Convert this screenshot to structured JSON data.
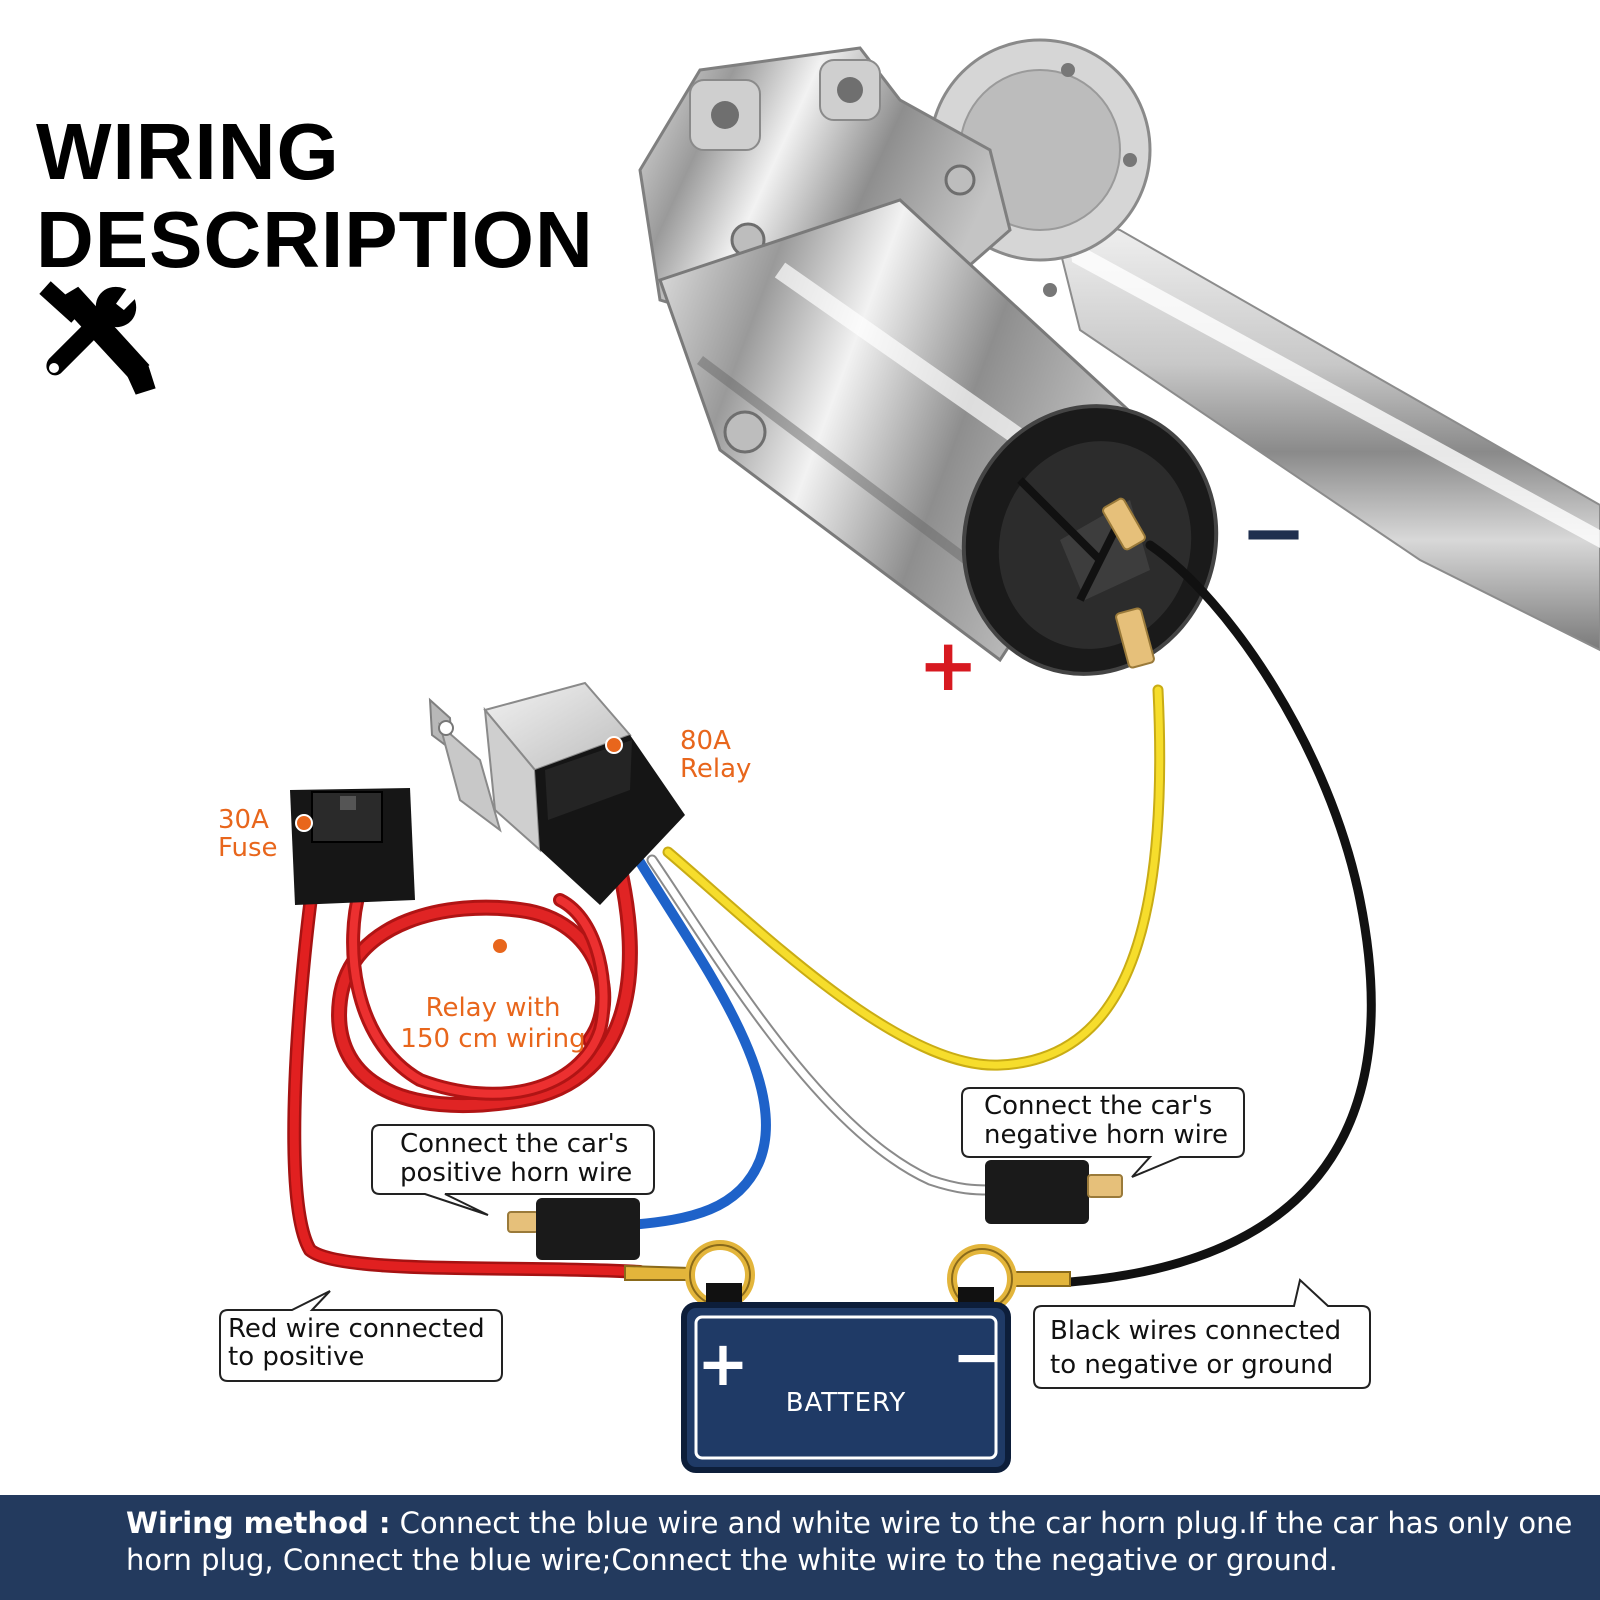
{
  "title": {
    "line1": "WIRING",
    "line2": "DESCRIPTION"
  },
  "icons": {
    "title_icon": "wrench-screwdriver-icon"
  },
  "components": {
    "fuse": {
      "line1": "30A",
      "line2": "Fuse"
    },
    "relay": {
      "line1": "80A",
      "line2": "Relay"
    },
    "relay_wiring": {
      "line1": "Relay with",
      "line2": "150 cm wiring"
    }
  },
  "callouts": {
    "positive_horn": {
      "line1": "Connect the car's",
      "line2": "positive horn wire"
    },
    "negative_horn": {
      "line1": "Connect the car's",
      "line2": "negative horn wire"
    },
    "red_wire": {
      "line1": "Red wire connected",
      "line2": "to positive"
    },
    "black_wire": {
      "line1": "Black wires connected",
      "line2": "to negative or ground"
    }
  },
  "battery": {
    "label": "BATTERY",
    "positive_symbol": "+",
    "negative_symbol": "−"
  },
  "horn_terminals": {
    "positive_symbol": "+",
    "negative_symbol": "−"
  },
  "footer": {
    "heading": "Wiring method :",
    "text": " Connect the blue wire and white wire to the car horn plug.If the car has only one horn plug, Connect the blue wire;Connect the white wire to the negative or ground."
  },
  "colors": {
    "accent_orange": "#e8661c",
    "battery_navy": "#1f3a66",
    "footer_navy": "#233a5e",
    "red_wire": "#e01b1b",
    "yellow_wire": "#f3d925",
    "blue_wire": "#1e62c9",
    "white_wire": "#ffffff",
    "black_wire": "#111111"
  }
}
